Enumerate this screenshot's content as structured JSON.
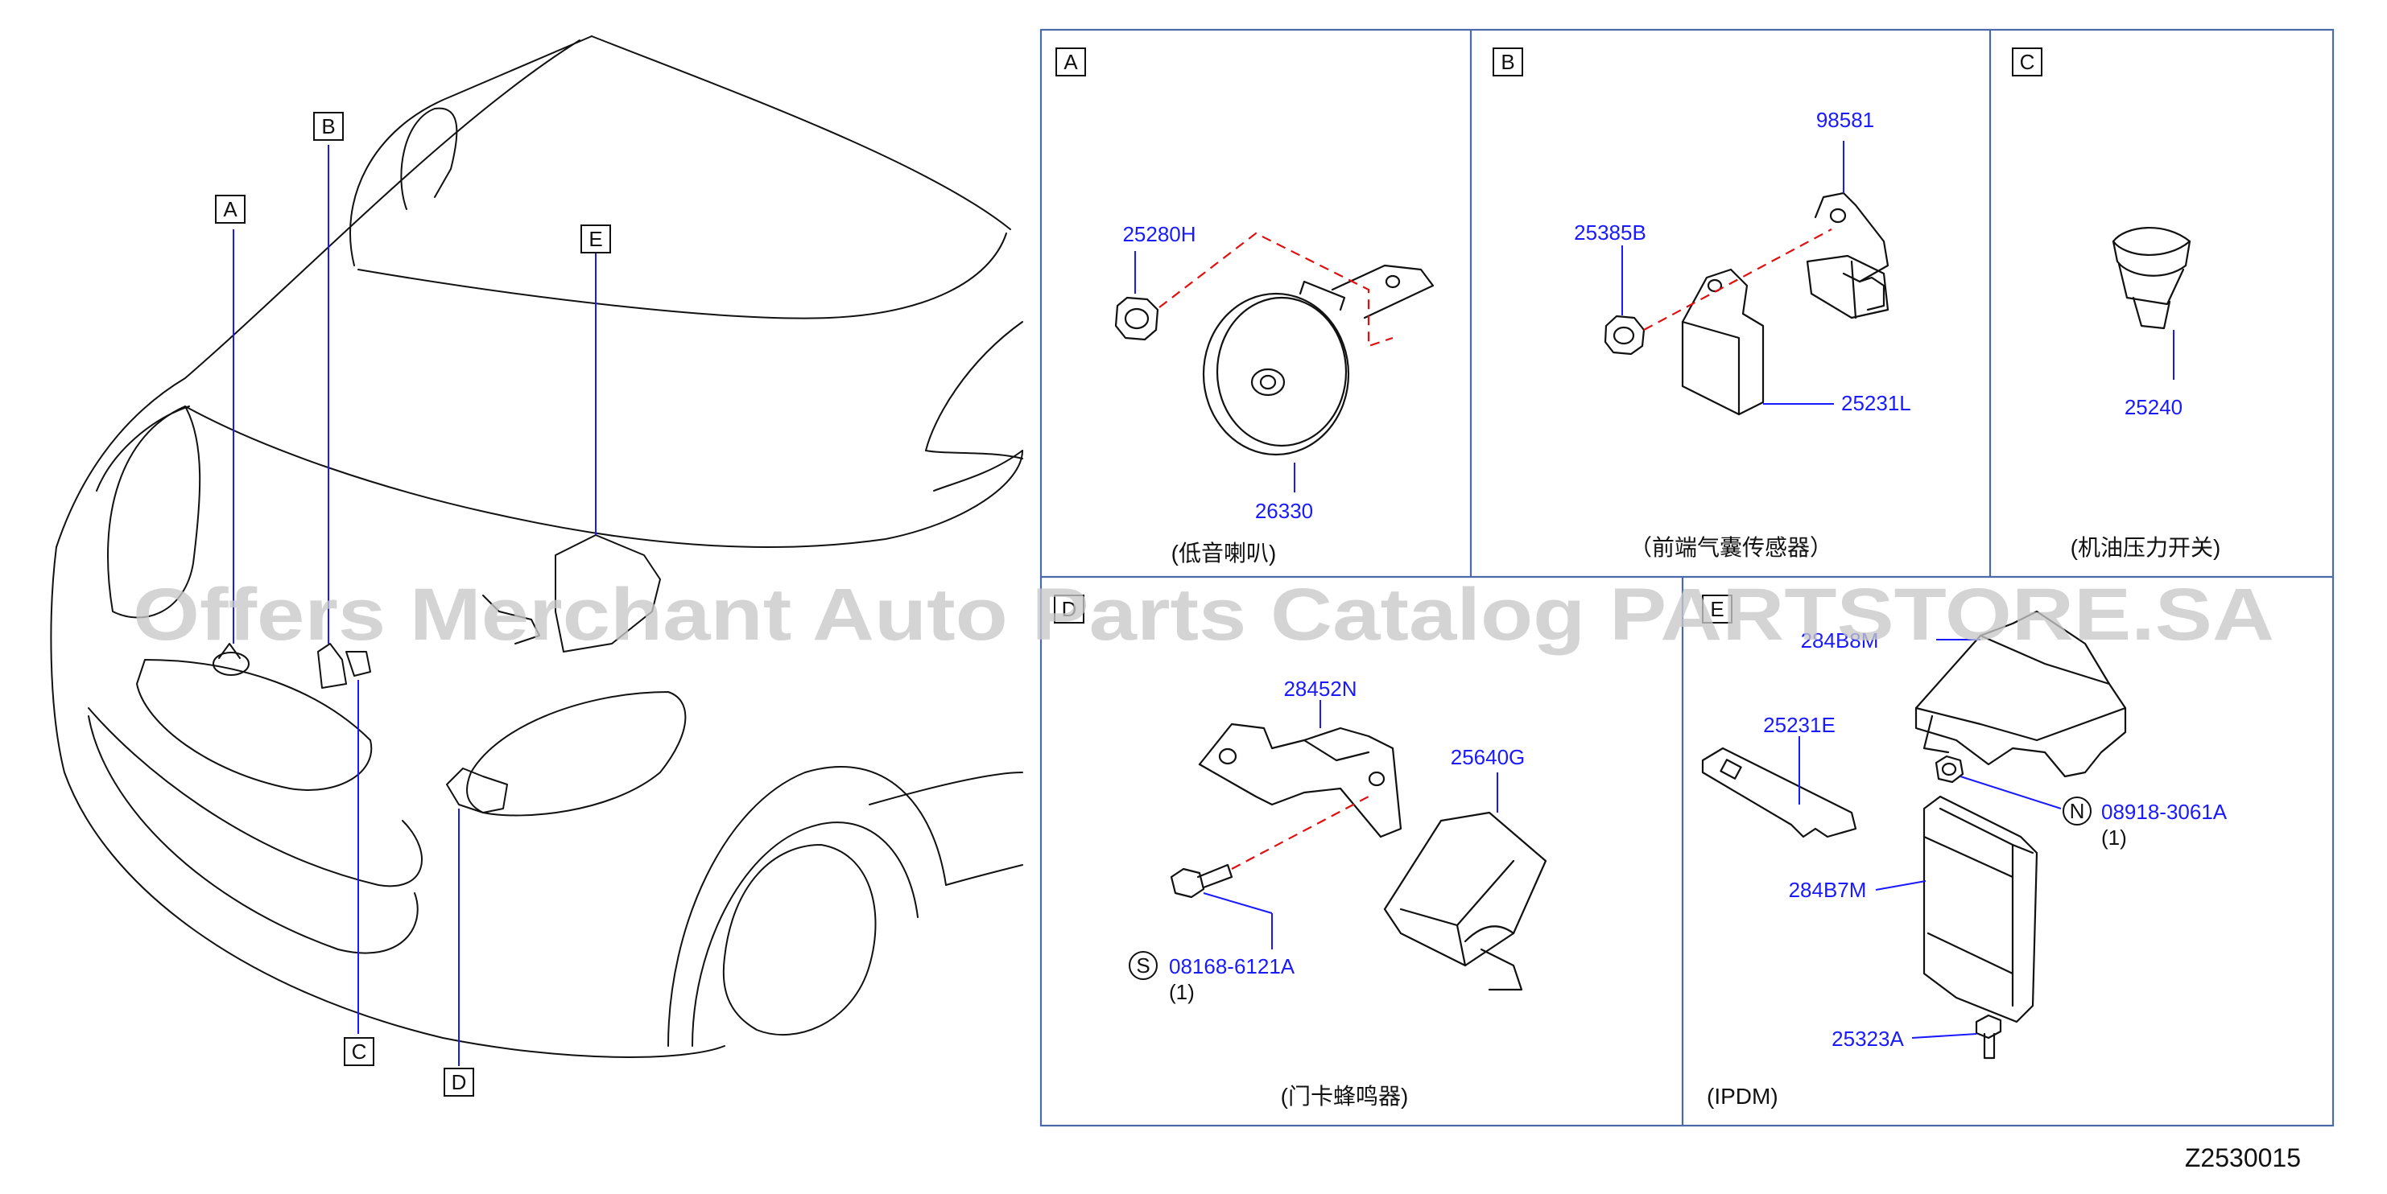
{
  "overview": {
    "callouts": [
      "A",
      "B",
      "C",
      "D",
      "E"
    ]
  },
  "panels": {
    "A": {
      "letter": "A",
      "caption": "(低音喇叭)",
      "parts": [
        "25280H",
        "26330"
      ]
    },
    "B": {
      "letter": "B",
      "caption": "（前端气囊传感器）",
      "parts": [
        "98581",
        "25385B",
        "25231L"
      ]
    },
    "C": {
      "letter": "C",
      "caption": "(机油压力开关)",
      "parts": [
        "25240"
      ]
    },
    "D": {
      "letter": "D",
      "caption": "(门卡蜂鸣器)",
      "parts": [
        "28452N",
        "25640G",
        "08168-6121A"
      ],
      "symbol": "S",
      "qty": "(1)"
    },
    "E": {
      "letter": "E",
      "caption": "(IPDM)",
      "parts": [
        "284B8M",
        "25231E",
        "08918-3061A",
        "284B7M",
        "25323A"
      ],
      "symbol": "N",
      "qty": "(1)"
    }
  },
  "diagram_code": "Z2530015",
  "watermark": "Offers Merchant Auto Parts Catalog PARTSTORE.SA"
}
